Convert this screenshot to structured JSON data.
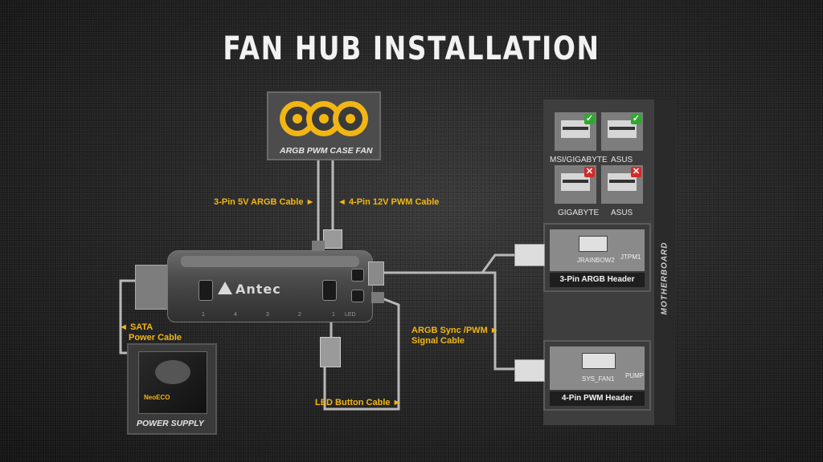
{
  "title": "FAN HUB INSTALLATION",
  "fan": {
    "caption": "ARGB PWM CASE FAN",
    "count": 3,
    "icon": "fan-icon",
    "color": "#f2b614"
  },
  "labels": {
    "argb_cable": "3-Pin 5V ARGB Cable ►",
    "pwm_cable": "◄ 4-Pin 12V PWM Cable",
    "sata_line1": "◄ SATA",
    "sata_line2": "Power Cable",
    "sync_line1": "ARGB Sync /PWM ►",
    "sync_line2": "Signal Cable",
    "led_button": "LED Button Cable ►",
    "power_supply": "POWER SUPPLY"
  },
  "hub": {
    "brand": "Antec",
    "port_numbers": [
      "1",
      "4",
      "3",
      "2",
      "1"
    ],
    "led_label": "LED"
  },
  "psu": {
    "brand": "NeoECO"
  },
  "compat": [
    {
      "label": "MSI/GIGABYTE",
      "ok": true,
      "mark": "✓"
    },
    {
      "label": "ASUS",
      "ok": true,
      "mark": "✓"
    },
    {
      "label": "GIGABYTE",
      "ok": false,
      "mark": "✕"
    },
    {
      "label": "ASUS",
      "ok": false,
      "mark": "✕"
    }
  ],
  "headers": {
    "argb": {
      "caption": "3-Pin ARGB Header",
      "board_text1": "JRAINBOW2",
      "board_text2": "JTPM1"
    },
    "pwm": {
      "caption": "4-Pin PWM Header",
      "board_text1": "SYS_FAN1",
      "board_text2": "PUMP"
    }
  },
  "motherboard_label": "MOTHERBOARD",
  "colors": {
    "accent": "#f2b614",
    "ok": "#2fa82f",
    "bad": "#d22a2a",
    "cable": "#b8b8b8"
  }
}
